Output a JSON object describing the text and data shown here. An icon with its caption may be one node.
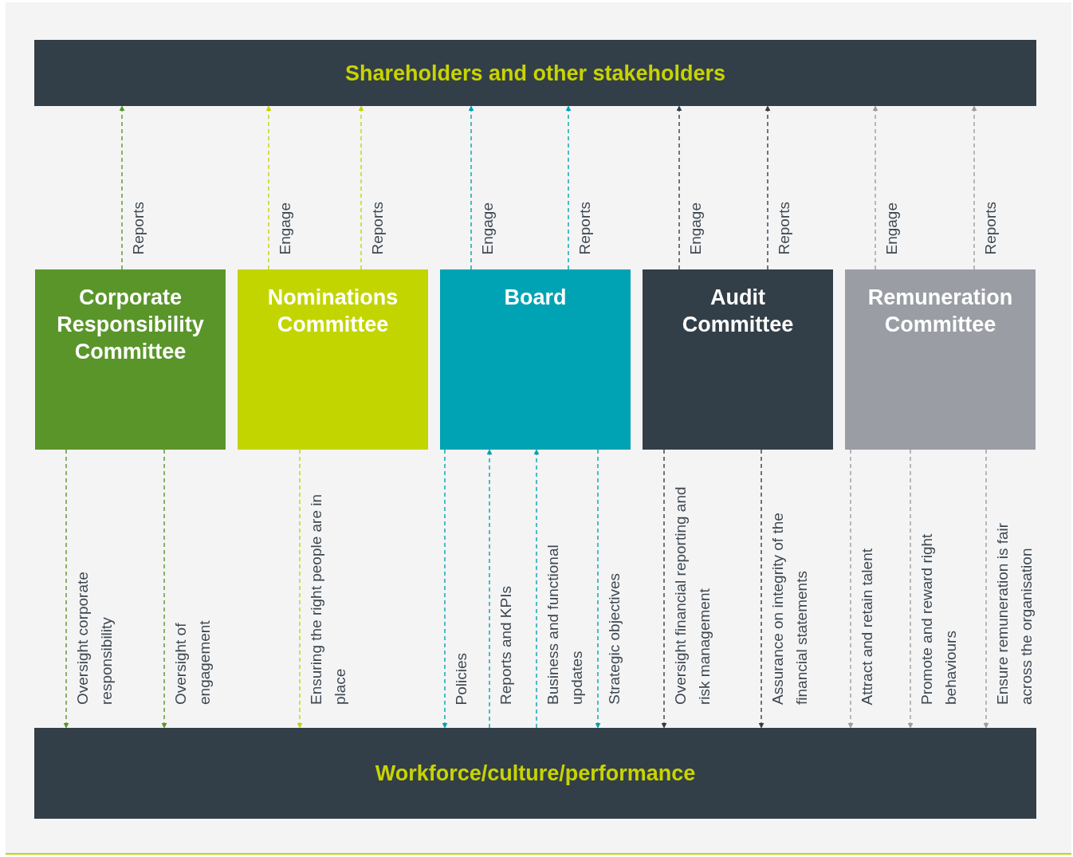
{
  "diagram": {
    "nodes": [
      {
        "text": [
          "Shareholders and other stakeholders"
        ]
      },
      {
        "text": [
          "Corporate Responsibility Committee"
        ]
      },
      {
        "text": [
          "Nominations Committee"
        ]
      },
      {
        "text": [
          "Board"
        ]
      },
      {
        "text": [
          "Audit Committee"
        ]
      },
      {
        "text": [
          "Remuneration Committee"
        ]
      },
      {
        "text": [
          "Workforce/culture/performance"
        ]
      }
    ],
    "edges": [
      {
        "from": 1,
        "to": 0,
        "arrow": "to",
        "label": "Reports",
        "style": "dashed",
        "color": "#5a952a"
      },
      {
        "from": 2,
        "to": 0,
        "arrow": "to",
        "label": "Engage",
        "style": "dashed",
        "color": "#c2d500"
      },
      {
        "from": 2,
        "to": 0,
        "arrow": "to",
        "label": "Reports",
        "style": "dashed",
        "color": "#c2d500"
      },
      {
        "from": 3,
        "to": 0,
        "arrow": "to",
        "label": "Engage",
        "style": "dashed",
        "color": "#00a3b3"
      },
      {
        "from": 3,
        "to": 0,
        "arrow": "to",
        "label": "Reports",
        "style": "dashed",
        "color": "#00a3b3"
      },
      {
        "from": 4,
        "to": 0,
        "arrow": "to",
        "label": "Engage",
        "style": "dashed",
        "color": "#333f48"
      },
      {
        "from": 4,
        "to": 0,
        "arrow": "to",
        "label": "Reports",
        "style": "dashed",
        "color": "#333f48"
      },
      {
        "from": 5,
        "to": 0,
        "arrow": "to",
        "label": "Engage",
        "style": "dashed",
        "color": "#9a9da4"
      },
      {
        "from": 5,
        "to": 0,
        "arrow": "to",
        "label": "Reports",
        "style": "dashed",
        "color": "#9a9da4"
      },
      {
        "from": 1,
        "to": 6,
        "arrow": "to",
        "label": "Oversight corporate responsibility",
        "style": "dashed",
        "color": "#5a952a"
      },
      {
        "from": 1,
        "to": 6,
        "arrow": "to",
        "label": "Oversight of engagement",
        "style": "dashed",
        "color": "#5a952a"
      },
      {
        "from": 2,
        "to": 6,
        "arrow": "to",
        "label": "Ensuring the right people are in place",
        "style": "dashed",
        "color": "#c2d500"
      },
      {
        "from": 3,
        "to": 6,
        "arrow": "to",
        "label": "Policies",
        "style": "dashed",
        "color": "#00a3b3"
      },
      {
        "from": 6,
        "to": 3,
        "arrow": "to",
        "label": "Reports and KPIs",
        "style": "dashed",
        "color": "#00a3b3"
      },
      {
        "from": 6,
        "to": 3,
        "arrow": "to",
        "label": "Business and functional updates",
        "style": "dashed",
        "color": "#00a3b3"
      },
      {
        "from": 3,
        "to": 6,
        "arrow": "to",
        "label": "Strategic objectives",
        "style": "dashed",
        "color": "#00a3b3"
      },
      {
        "from": 4,
        "to": 6,
        "arrow": "to",
        "label": "Oversight financial reporting and risk management",
        "style": "dashed",
        "color": "#333f48"
      },
      {
        "from": 4,
        "to": 6,
        "arrow": "to",
        "label": "Assurance on integrity of the financial statements",
        "style": "dashed",
        "color": "#333f48"
      },
      {
        "from": 5,
        "to": 6,
        "arrow": "to",
        "label": "Attract and retain talent",
        "style": "dashed",
        "color": "#9a9da4"
      },
      {
        "from": 5,
        "to": 6,
        "arrow": "to",
        "label": "Promote and reward right behaviours",
        "style": "dashed",
        "color": "#9a9da4"
      },
      {
        "from": 5,
        "to": 6,
        "arrow": "to",
        "label": "Ensure remuneration is fair across the organisation",
        "style": "dashed",
        "color": "#9a9da4"
      }
    ]
  }
}
